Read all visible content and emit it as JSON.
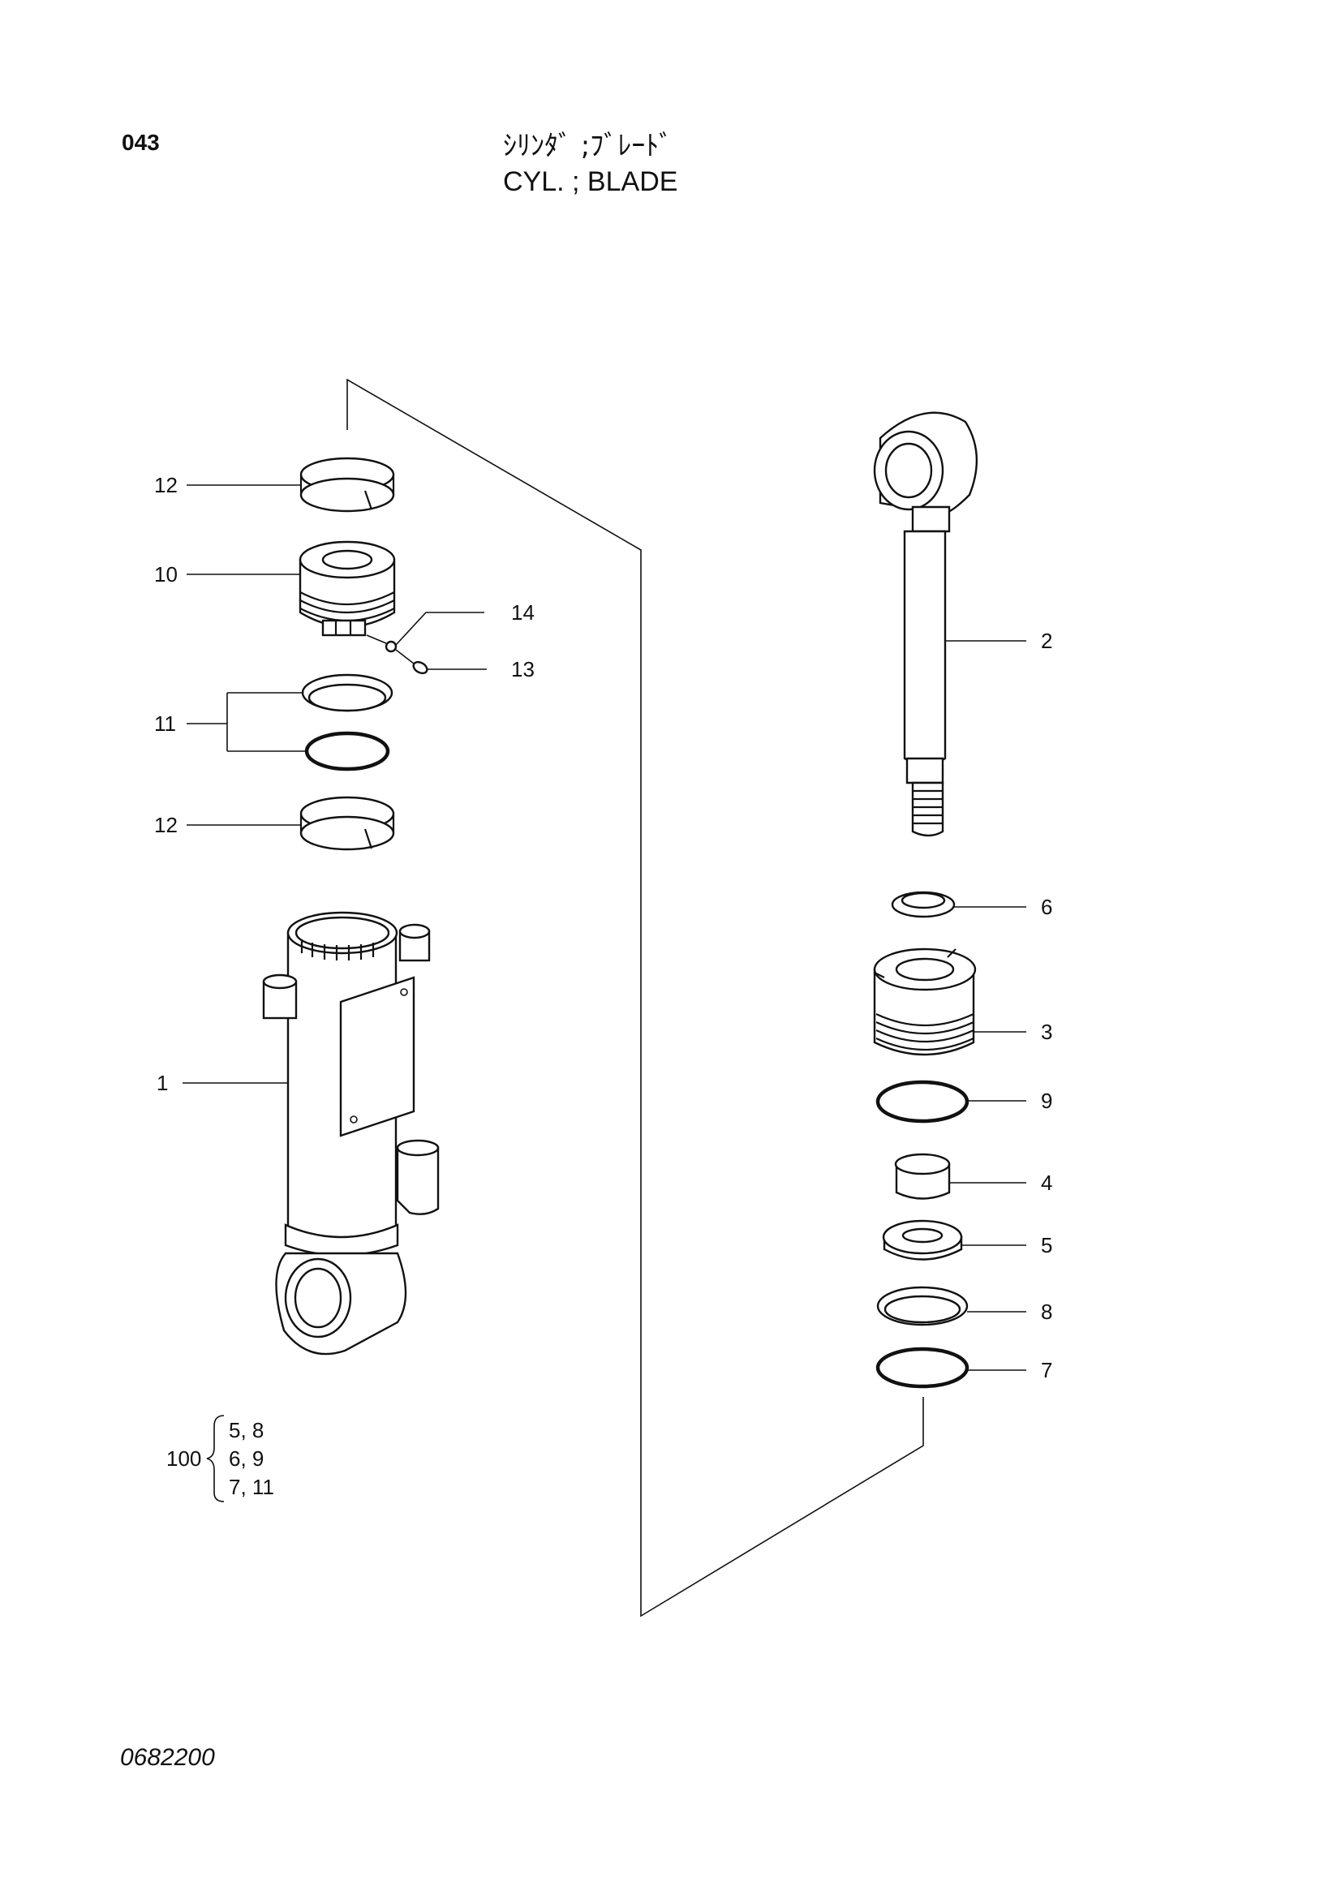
{
  "header": {
    "page_number": "043",
    "title_jp": "ｼﾘﾝﾀﾞ ;ﾌﾞﾚｰﾄﾞ",
    "title_en": "CYL. ; BLADE"
  },
  "footer": {
    "drawing_number": "0682200"
  },
  "callouts": [
    {
      "id": "c12a",
      "label": "12"
    },
    {
      "id": "c10",
      "label": "10"
    },
    {
      "id": "c14",
      "label": "14"
    },
    {
      "id": "c13",
      "label": "13"
    },
    {
      "id": "c11",
      "label": "11"
    },
    {
      "id": "c12b",
      "label": "12"
    },
    {
      "id": "c1",
      "label": "1"
    },
    {
      "id": "c2",
      "label": "2"
    },
    {
      "id": "c6",
      "label": "6"
    },
    {
      "id": "c3",
      "label": "3"
    },
    {
      "id": "c9",
      "label": "9"
    },
    {
      "id": "c4",
      "label": "4"
    },
    {
      "id": "c5",
      "label": "5"
    },
    {
      "id": "c8",
      "label": "8"
    },
    {
      "id": "c7",
      "label": "7"
    }
  ],
  "seal_kit": {
    "number": "100",
    "items": [
      "5,  8",
      "6,  9",
      "7,  11"
    ]
  }
}
